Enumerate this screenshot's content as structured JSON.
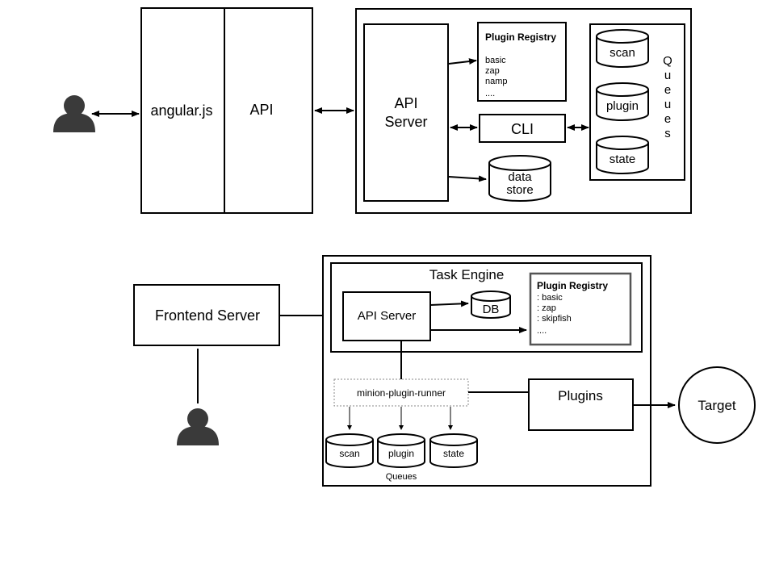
{
  "top": {
    "client_label": "angular.js",
    "api_label": "API",
    "api_server_line1": "API",
    "api_server_line2": "Server",
    "registry_title": "Plugin Registry",
    "registry_items": [
      "basic",
      "zap",
      "namp",
      "...."
    ],
    "cli_label": "CLI",
    "data_store_line1": "data",
    "data_store_line2": "store",
    "queues": [
      "scan",
      "plugin",
      "state"
    ],
    "queues_letters": [
      "Q",
      "u",
      "e",
      "u",
      "e",
      "s"
    ]
  },
  "bottom": {
    "frontend_label": "Frontend Server",
    "task_engine_label": "Task Engine",
    "api_server_label": "API Server",
    "db_label": "DB",
    "registry_title": "Plugin Registry",
    "registry_items": [
      ": basic",
      ": zap",
      ": skipfish",
      "...."
    ],
    "runner_label": "minion-plugin-runner",
    "plugins_label": "Plugins",
    "target_label": "Target",
    "queues": [
      "scan",
      "plugin",
      "state"
    ],
    "queues_caption": "Queues"
  }
}
